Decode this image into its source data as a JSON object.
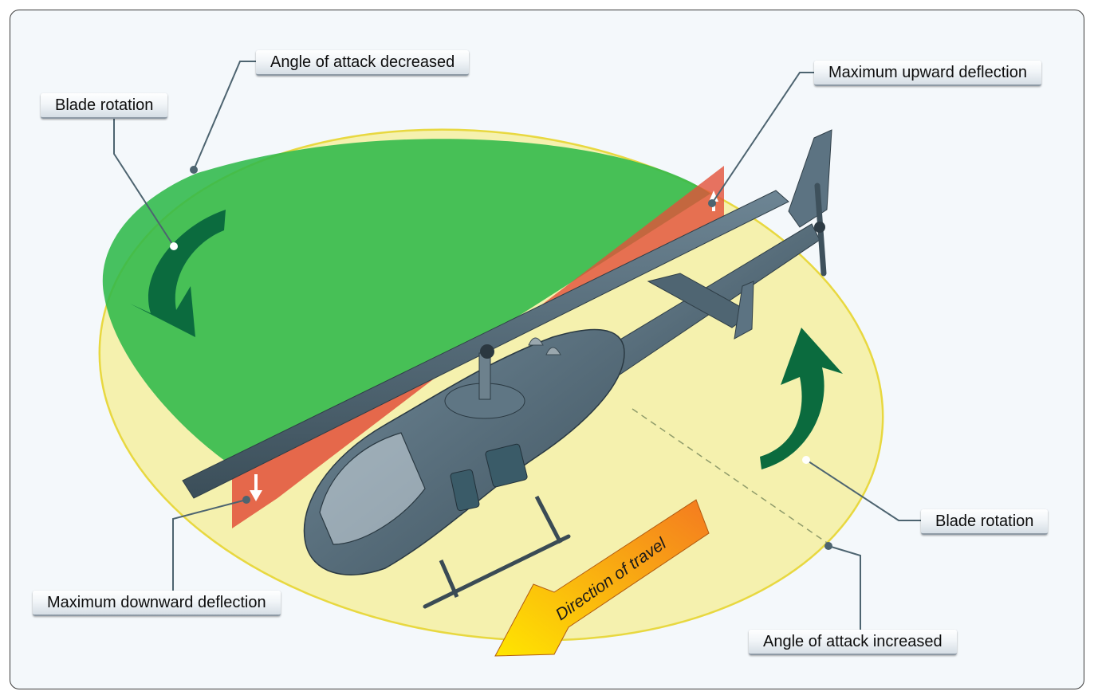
{
  "labels": {
    "angle_decreased": "Angle of attack decreased",
    "blade_rotation_left": "Blade rotation",
    "max_upward": "Maximum upward deflection",
    "blade_rotation_right": "Blade rotation",
    "max_downward": "Maximum downward deflection",
    "angle_increased": "Angle of attack increased",
    "direction_of_travel": "Direction of travel"
  },
  "colors": {
    "disc_fill": "#f5f0a0",
    "disc_edge": "#e8d840",
    "green_zone": "#2fb84a",
    "rotation_arrow": "#0b6b3e",
    "deflection_red": "#e2503a",
    "travel_arrow_start": "#ffe600",
    "travel_arrow_end": "#f47a20",
    "fuselage": "#546a78",
    "leader_line": "#4d6470"
  }
}
